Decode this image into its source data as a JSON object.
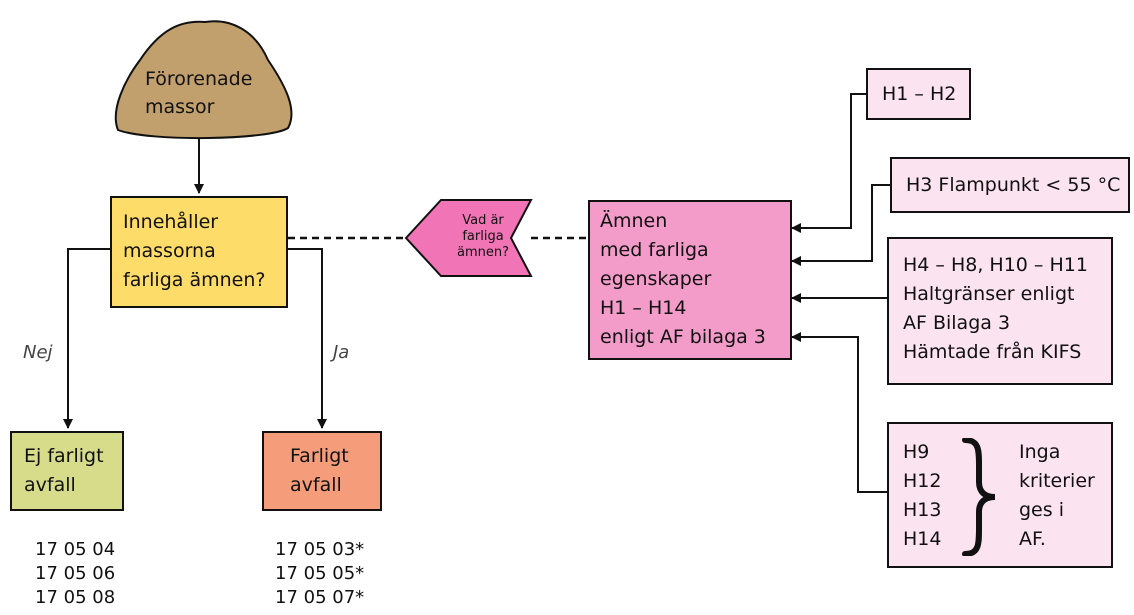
{
  "colors": {
    "cloud": "#c2a06e",
    "question_box": "#fddc6a",
    "ej_farligt_box": "#d6dc8a",
    "farligt_box": "#f59d7a",
    "properties_box": "#f49cc9",
    "tag": "#f175b6",
    "criteria_box": "#fbe3ef",
    "line": "#111111"
  },
  "icons": {
    "bracket": "right-curly-brace-icon"
  },
  "cloud": {
    "lines": [
      "Förorenade",
      "massor"
    ]
  },
  "question": {
    "lines": [
      "Innehåller",
      "massorna",
      "farliga ämnen?"
    ]
  },
  "branch_no": "Nej",
  "branch_yes": "Ja",
  "ej_farligt": {
    "lines": [
      "Ej farligt",
      "avfall"
    ],
    "codes": [
      "17 05 04",
      "17 05 06",
      "17 05 08"
    ]
  },
  "farligt": {
    "lines": [
      "Farligt",
      "avfall"
    ],
    "codes": [
      "17 05 03*",
      "17 05 05*",
      "17 05 07*"
    ]
  },
  "tag": {
    "lines": [
      "Vad är",
      "farliga",
      "ämnen?"
    ]
  },
  "properties": {
    "lines": [
      "Ämnen",
      "med farliga",
      "egenskaper",
      "H1 – H14",
      "enligt AF bilaga 3"
    ]
  },
  "criteria": {
    "h1_h2": "H1 – H2",
    "h3": "H3 Flampunkt < 55 °C",
    "h4": [
      "H4 – H8, H10 – H11",
      "Haltgränser enligt",
      "AF Bilaga 3",
      "Hämtade från KIFS"
    ],
    "none_codes": [
      "H9",
      "H12",
      "H13",
      "H14"
    ],
    "none_text": [
      "Inga",
      "kriterier",
      "ges i",
      "AF."
    ]
  }
}
